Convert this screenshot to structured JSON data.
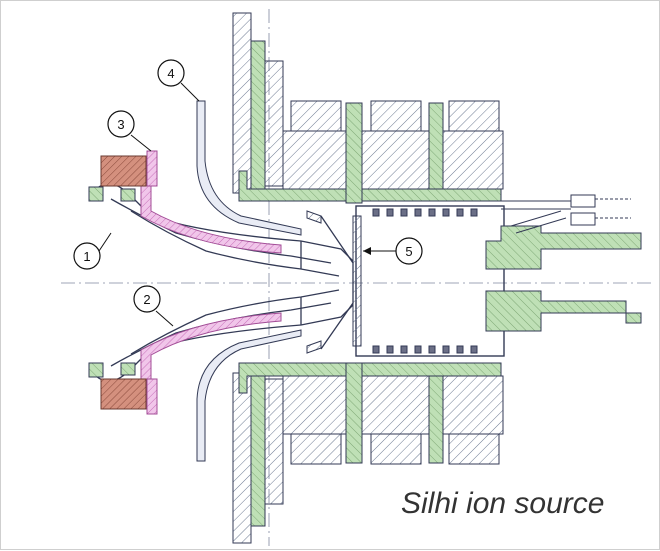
{
  "caption": "Silhi ion source",
  "callouts": [
    {
      "id": "1",
      "label": "1"
    },
    {
      "id": "2",
      "label": "2"
    },
    {
      "id": "3",
      "label": "3"
    },
    {
      "id": "4",
      "label": "4"
    },
    {
      "id": "5",
      "label": "5"
    }
  ],
  "colors": {
    "structure_green": "#b9d9b0",
    "insulator_pink": "#e7a3dd",
    "flange_brown": "#c9806e",
    "line": "#333a55",
    "hatch": "#5a6a8a"
  }
}
